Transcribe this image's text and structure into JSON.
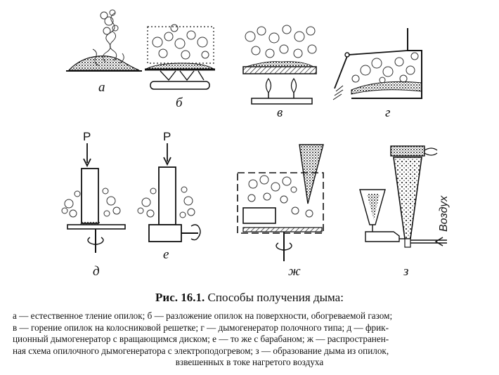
{
  "labels": {
    "a": "а",
    "b": "б",
    "v": "в",
    "g": "г",
    "d": "д",
    "e": "е",
    "zh": "ж",
    "z": "з",
    "p1": "Р",
    "p2": "Р",
    "air": "Воздух"
  },
  "caption": {
    "number": "Рис. 16.1.",
    "title": "Способы получения дыма:"
  },
  "legend": {
    "line1": "а — естественное тление опилок; б — разложение опилок на поверхности, обогреваемой газом;",
    "line2": "в — горение опилок на колосниковой решетке; г — дымогенератор полочного типа; д — фрик-",
    "line3": "ционный дымогенератор с вращающимся диском; е — то же с барабаном; ж — распространен-",
    "line4": "ная схема опилочного дымогенератора с электроподогревом; з — образование дыма из опилок,",
    "line5": "взвешенных в токе нагретого воздуха"
  }
}
